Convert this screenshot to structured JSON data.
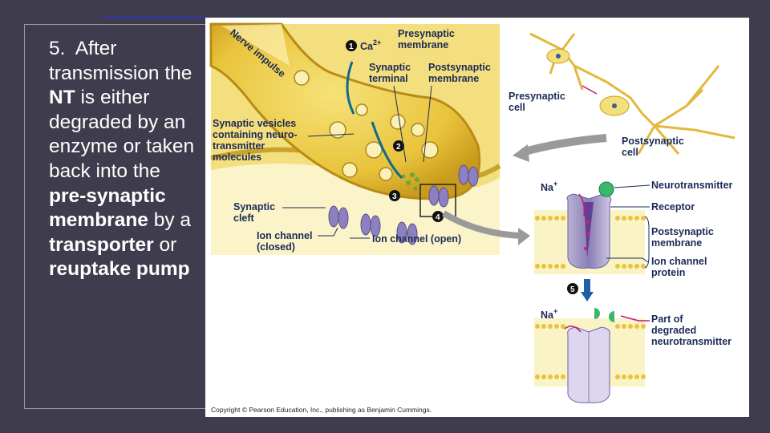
{
  "text_block": {
    "step": "5.",
    "line_parts": [
      {
        "t": "After transmission the ",
        "b": false
      },
      {
        "t": "NT",
        "b": true
      },
      {
        "t": " is either degraded by an enzyme or taken back into the ",
        "b": false
      },
      {
        "t": "pre-synaptic membrane",
        "b": true
      },
      {
        "t": " by a ",
        "b": false
      },
      {
        "t": "transporter",
        "b": true
      },
      {
        "t": " or ",
        "b": false
      },
      {
        "t": "reuptake pump",
        "b": true
      }
    ]
  },
  "figure": {
    "labels": {
      "nerve_impulse": "Nerve impulse",
      "step1": "1",
      "ca": "Ca",
      "ca_sup": "2+",
      "presynaptic_membrane_1": "Presynaptic",
      "presynaptic_membrane_2": "membrane",
      "synaptic_terminal_1": "Synaptic",
      "synaptic_terminal_2": "terminal",
      "postsynaptic_membrane_1": "Postsynaptic",
      "postsynaptic_membrane_2": "membrane",
      "vesicles_1": "Synaptic vesicles",
      "vesicles_2": "containing neuro-",
      "vesicles_3": "transmitter",
      "vesicles_4": "molecules",
      "step2": "2",
      "step3": "3",
      "step4": "4",
      "cleft_1": "Synaptic",
      "cleft_2": "cleft",
      "ion_closed_1": "Ion channel",
      "ion_closed_2": "(closed)",
      "ion_open": "Ion channel (open)",
      "presynaptic_cell_1": "Presynaptic",
      "presynaptic_cell_2": "cell",
      "postsynaptic_cell_1": "Postsynaptic",
      "postsynaptic_cell_2": "cell",
      "na_top": "Na",
      "na_top_sup": "+",
      "neurotransmitter": "Neurotransmitter",
      "receptor": "Receptor",
      "post_membrane_1": "Postsynaptic",
      "post_membrane_2": "membrane",
      "ion_protein_1": "Ion channel",
      "ion_protein_2": "protein",
      "step5": "5",
      "na_bottom": "Na",
      "na_bottom_sup": "+",
      "degraded_1": "Part of",
      "degraded_2": "degraded",
      "degraded_3": "neurotransmitter"
    },
    "copyright": "Copyright © Pearson Education, Inc., publishing as Benjamin Cummings."
  }
}
